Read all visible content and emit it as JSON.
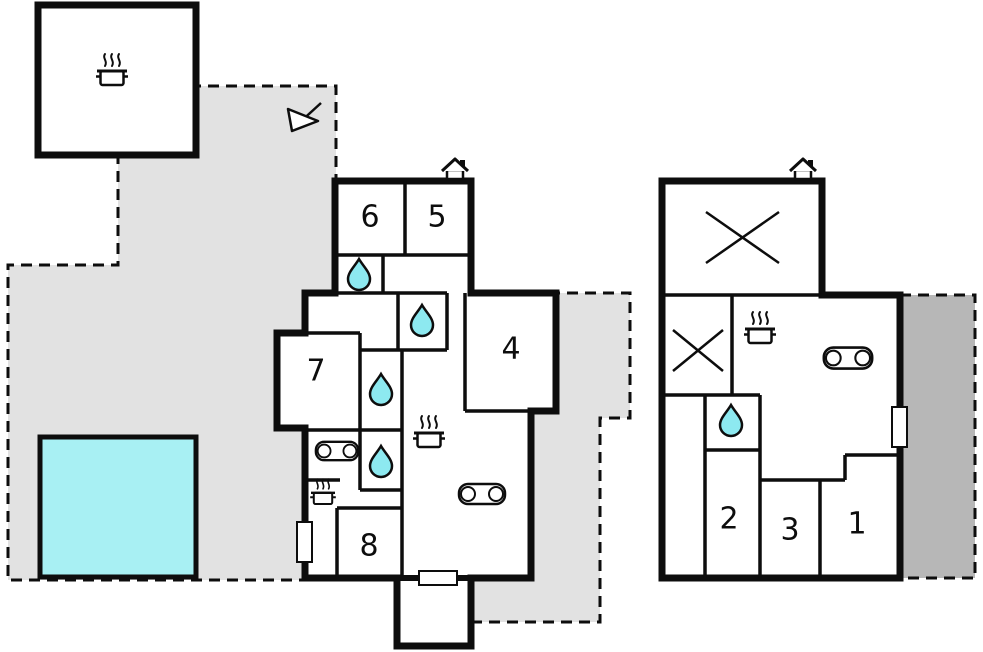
{
  "rooms": {
    "r1": "1",
    "r2": "2",
    "r3": "3",
    "r4": "4",
    "r5": "5",
    "r6": "6",
    "r7": "7",
    "r8": "8"
  },
  "colors": {
    "wall": "#0d0d0d",
    "terrace": "#e2e2e2",
    "terrace_dark": "#b7b7b7",
    "pool": "#a8f0f3",
    "water": "#8de9f0",
    "background": "#ffffff"
  },
  "icons": {
    "kitchen": "pot-with-steam-icon",
    "bathroom": "water-drop-icon",
    "living": "sofa-icon",
    "entrance": "house-roof-icon",
    "compass": "north-arrow-icon",
    "stairs": "staircase-steps",
    "non_living_area": "cross-mark"
  }
}
